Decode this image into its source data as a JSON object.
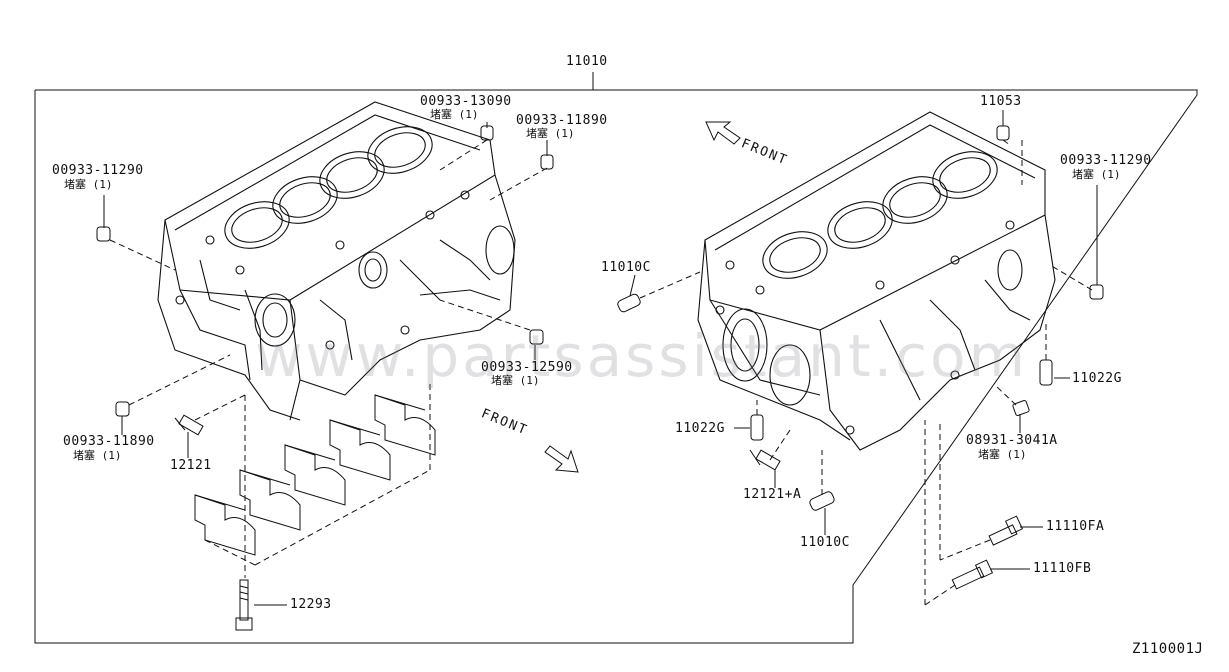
{
  "diagram": {
    "assembly_number": "11010",
    "diagram_code": "Z110001J",
    "watermark": "www.partsassistant.com",
    "front_label": "FRONT",
    "colors": {
      "line": "#111111",
      "background": "#ffffff",
      "watermark": "#8a8a96"
    }
  },
  "callouts": {
    "c_00933_13090": {
      "part": "00933-13090",
      "sub": "堵塞 (1)"
    },
    "c_00933_11890_top": {
      "part": "00933-11890",
      "sub": "堵塞 (1)"
    },
    "c_00933_11290_left": {
      "part": "00933-11290",
      "sub": "堵塞 (1)"
    },
    "c_00933_12590": {
      "part": "00933-12590",
      "sub": "堵塞 (1)"
    },
    "c_00933_11890_bottom": {
      "part": "00933-11890",
      "sub": "堵塞 (1)"
    },
    "c_12121": {
      "part": "12121"
    },
    "c_12293": {
      "part": "12293"
    },
    "c_11053": {
      "part": "11053"
    },
    "c_00933_11290_right": {
      "part": "00933-11290",
      "sub": "堵塞 (1)"
    },
    "c_11010C_top": {
      "part": "11010C"
    },
    "c_11022G_right": {
      "part": "11022G"
    },
    "c_11022G_left": {
      "part": "11022G"
    },
    "c_08931_3041A": {
      "part": "08931-3041A",
      "sub": "堵塞 (1)"
    },
    "c_12121A": {
      "part": "12121+A"
    },
    "c_11010C_bottom": {
      "part": "11010C"
    },
    "c_11110FA": {
      "part": "11110FA"
    },
    "c_11110FB": {
      "part": "11110FB"
    }
  }
}
